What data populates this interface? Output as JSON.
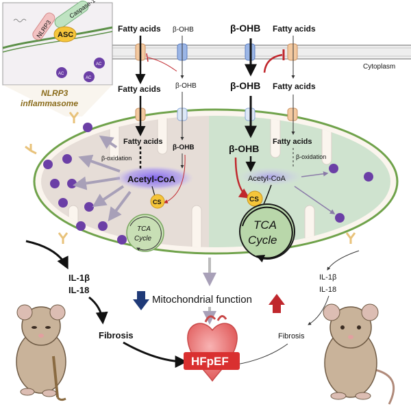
{
  "inset": {
    "caspase": "Caspase-1",
    "nlrp3": "NLRP3",
    "asc": "ASC",
    "ac": "AC",
    "title_line1": "NLRP3",
    "title_line2": "inflammasome"
  },
  "membrane": {
    "cytoplasm": "Cytoplasm"
  },
  "left": {
    "fatty_acids_top": "Fatty acids",
    "bohb_top": "β-OHB",
    "fatty_acids_cyto": "Fatty acids",
    "bohb_cyto": "β-OHB",
    "fatty_acids_mito": "Fatty acids",
    "bohb_mito": "β-OHB",
    "beta_oxidation": "β-oxidation",
    "acetyl_coa": "Acetyl-CoA",
    "cs": "CS",
    "tca_line1": "TCA",
    "tca_line2": "Cycle",
    "il1b": "IL-1β",
    "il18": "IL-18",
    "fibrosis": "Fibrosis"
  },
  "right": {
    "bohb_top": "β-OHB",
    "fatty_acids_top": "Fatty acids",
    "bohb_cyto": "β-OHB",
    "fatty_acids_cyto": "Fatty acids",
    "bohb_mito": "β-OHB",
    "fatty_acids_mito": "Fatty acids",
    "beta_oxidation": "β-oxidation",
    "acetyl_coa": "Acetyl-CoA",
    "cs": "CS",
    "tca_line1": "TCA",
    "tca_line2": "Cycle",
    "il1b": "IL-1β",
    "il18": "IL-18",
    "fibrosis": "Fibrosis"
  },
  "center": {
    "mito_function": "Mitochondrial function",
    "hfpef": "HFpEF"
  },
  "colors": {
    "left_matrix": "#e6ddd7",
    "right_matrix": "#cfe3cf",
    "cs_yellow": "#f5c53a",
    "ac_purple": "#6b3fa6",
    "inhibit_red": "#c0272d",
    "down_arrow": "#1f3a78",
    "up_arrow": "#c0272d",
    "acetyl_glow": "#8f6cf0"
  },
  "icons": [
    "mouse-old-icon",
    "mouse-young-icon",
    "heart-icon",
    "membrane-channel-icon",
    "receptor-y-icon"
  ]
}
